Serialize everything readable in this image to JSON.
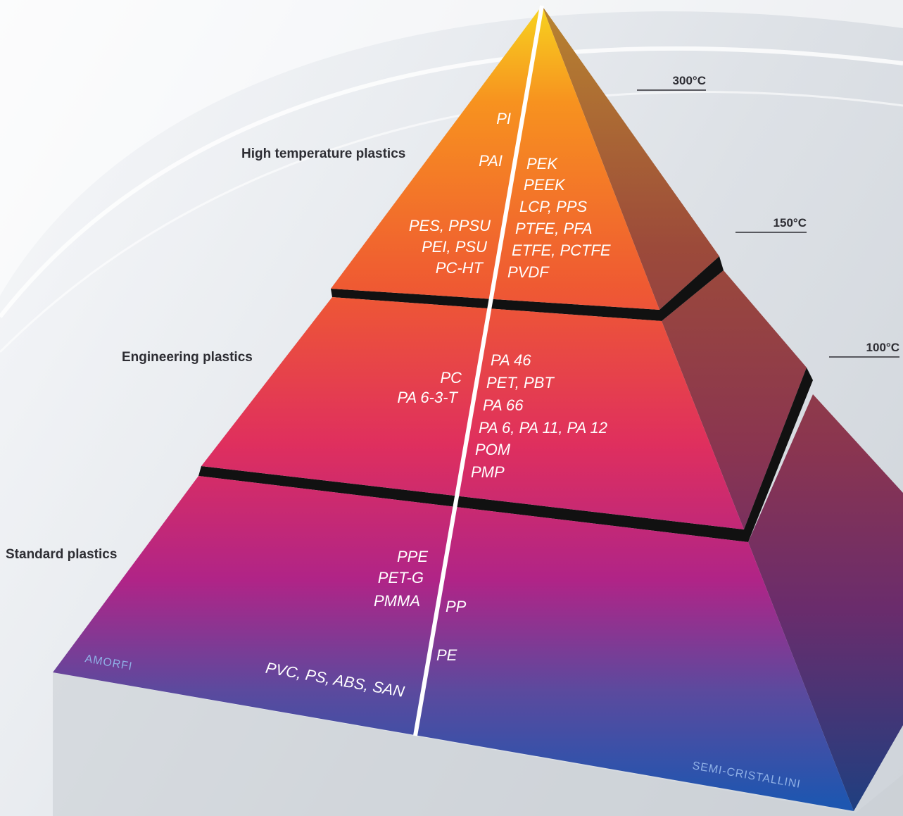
{
  "tiers": {
    "high": "High temperature plastics",
    "engineering": "Engineering plastics",
    "standard": "Standard plastics"
  },
  "temperatures": {
    "t300": "300°C",
    "t150": "150°C",
    "t100": "100°C"
  },
  "categories": {
    "amorphous": "AMORFI",
    "semicrystalline": "SEMI-CRISTALLINI"
  },
  "materials": {
    "high_amorphous": [
      "PI",
      "PAI",
      "PES, PPSU",
      "PEI, PSU",
      "PC-HT"
    ],
    "high_semicrystalline": [
      "PEK",
      "PEEK",
      "LCP, PPS",
      "PTFE, PFA",
      "ETFE, PCTFE",
      "PVDF"
    ],
    "eng_amorphous": [
      "PC",
      "PA 6-3-T"
    ],
    "eng_semicrystalline": [
      "PA 46",
      "PET, PBT",
      "PA 66",
      "PA 6, PA 11, PA 12",
      "POM",
      "PMP"
    ],
    "std_amorphous": [
      "PPE",
      "PET-G",
      "PMMA",
      "PVC, PS, ABS, SAN"
    ],
    "std_semicrystalline": [
      "PP",
      "PE"
    ]
  }
}
